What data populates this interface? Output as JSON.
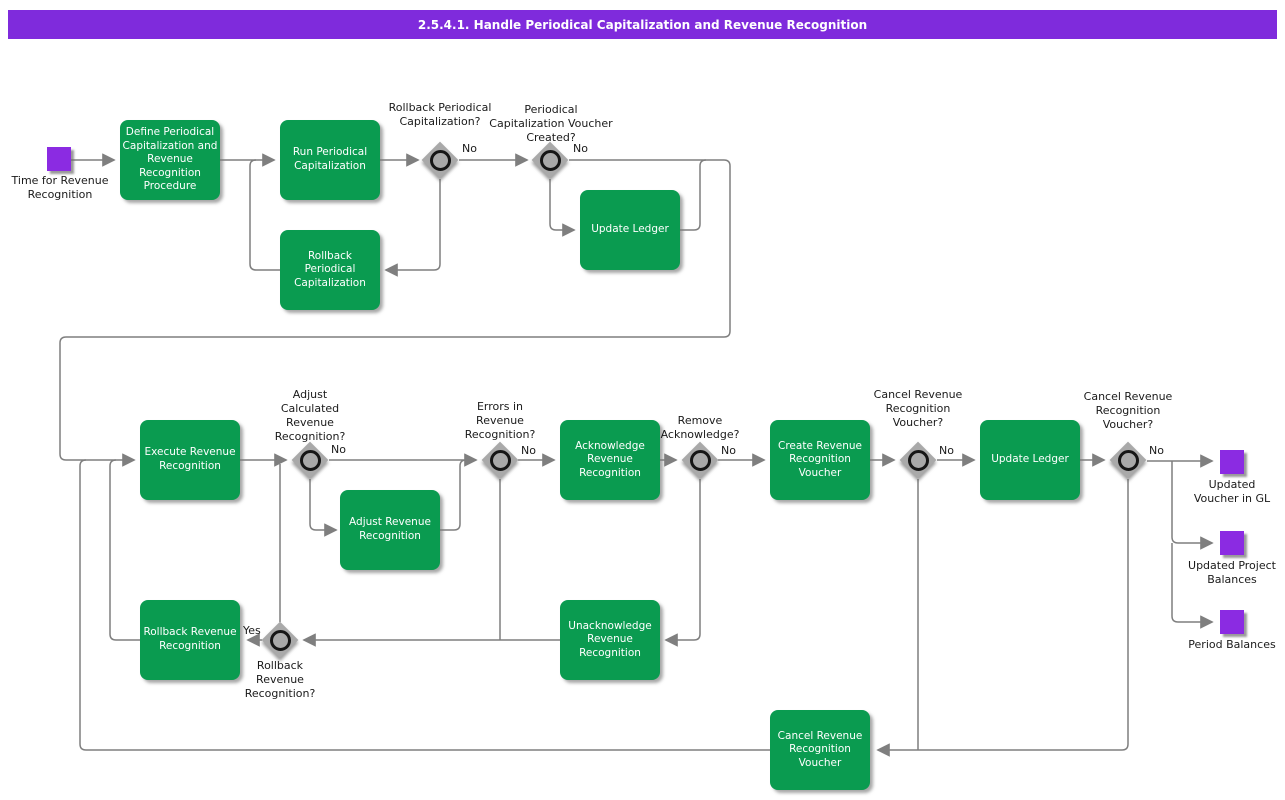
{
  "title": "2.5.4.1. Handle Periodical Capitalization and Revenue Recognition",
  "colors": {
    "title_bar": "#7F2BDC",
    "process_green": "#0A9B50",
    "event_purple": "#8B2BE2",
    "gateway_gray": "#A9A9A9",
    "connector_gray": "#7F7F7F"
  },
  "start_event": {
    "label": "Time for Revenue Recognition"
  },
  "end_events": [
    {
      "label": "Updated Voucher in GL"
    },
    {
      "label": "Updated Project Balances"
    },
    {
      "label": "Period Balances"
    }
  ],
  "processes": {
    "define_procedure": {
      "label": "Define Periodical Capitalization and Revenue Recognition Procedure"
    },
    "run_periodical_capitalization": {
      "label": "Run Periodical Capitalization"
    },
    "update_ledger_top": {
      "label": "Update Ledger"
    },
    "rollback_periodical_capitalization": {
      "label": "Rollback Periodical Capitalization"
    },
    "execute_revenue_recognition": {
      "label": "Execute Revenue Recognition"
    },
    "adjust_revenue_recognition": {
      "label": "Adjust Revenue Recognition"
    },
    "acknowledge_revenue_recognition": {
      "label": "Acknowledge Revenue Recognition"
    },
    "create_revenue_recognition_voucher": {
      "label": "Create Revenue Recognition Voucher"
    },
    "update_ledger_bottom": {
      "label": "Update Ledger"
    },
    "rollback_revenue_recognition": {
      "label": "Rollback Revenue Recognition"
    },
    "unacknowledge_revenue_recognition": {
      "label": "Unacknowledge Revenue Recognition"
    },
    "cancel_revenue_recognition_voucher": {
      "label": "Cancel Revenue Recognition Voucher"
    }
  },
  "gateways": {
    "rollback_periodical": {
      "question": "Rollback Periodical Capitalization?",
      "answer": "No"
    },
    "voucher_created": {
      "question": "Periodical Capitalization Voucher Created?",
      "answer": "No"
    },
    "adjust_calculated": {
      "question": "Adjust Calculated Revenue Recognition?",
      "answer": "No"
    },
    "errors_in_revenue": {
      "question": "Errors in Revenue Recognition?",
      "answer": "No"
    },
    "remove_acknowledge": {
      "question": "Remove Acknowledge?",
      "answer": "No"
    },
    "cancel_voucher_1": {
      "question": "Cancel Revenue Recognition Voucher?",
      "answer": "No"
    },
    "cancel_voucher_2": {
      "question": "Cancel Revenue Recognition Voucher?",
      "answer": "No"
    },
    "rollback_revenue": {
      "question": "Rollback Revenue Recognition?",
      "answer": "Yes"
    }
  }
}
